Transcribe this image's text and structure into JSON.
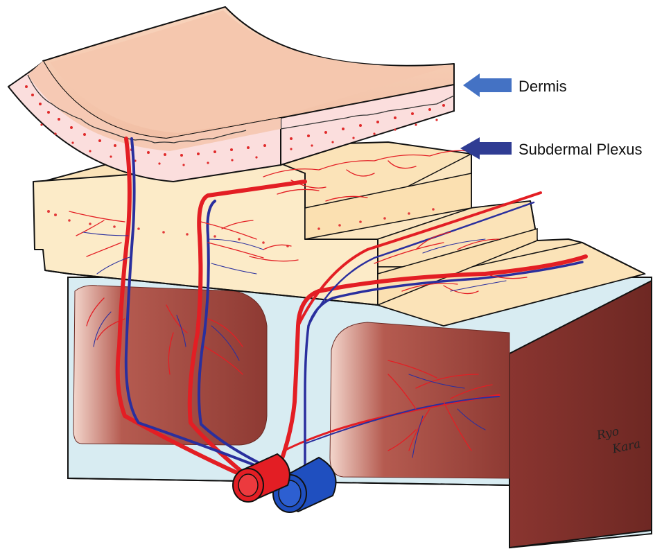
{
  "labels": {
    "dermis": "Dermis",
    "subdermal_plexus": "Subdermal Plexus"
  },
  "signature": {
    "line1": "Ryo",
    "line2": "Kara"
  },
  "colors": {
    "dermis": "#f6c9b4",
    "dermis_pink_band": "#fbdedd",
    "fat": "#fbe3b8",
    "fascia": "#d8ecf2",
    "muscle": "#a74b42",
    "muscle_dark": "#7e2f2a",
    "artery": "#e31e24",
    "vein": "#2a2f9e",
    "arrow_dermis": "#4472c4",
    "arrow_plexus": "#2f3c93"
  }
}
